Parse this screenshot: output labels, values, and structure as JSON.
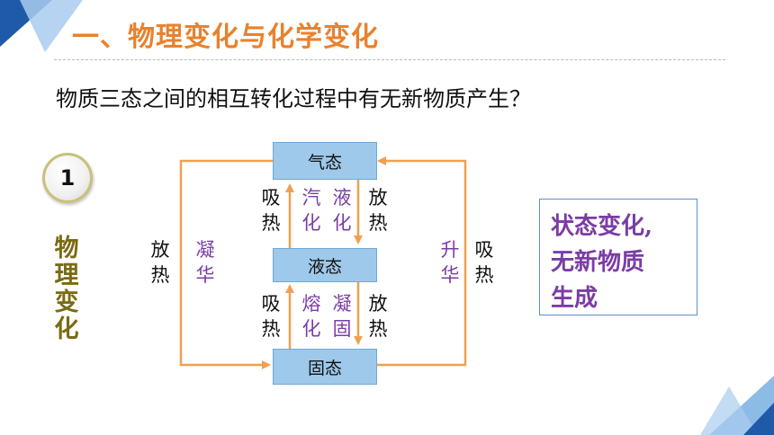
{
  "title": "一、物理变化与化学变化",
  "question": "物质三态之间的相互转化过程中有无新物质产生？",
  "badge": "1",
  "side_label": "物理变化",
  "states": {
    "gas": "气态",
    "liquid": "液态",
    "solid": "固态"
  },
  "labels": {
    "gas_liquid_left_heat": "吸热",
    "vaporize": "汽化",
    "liquefy": "液化",
    "gas_liquid_right_heat": "放热",
    "liquid_solid_left_heat": "吸热",
    "melt": "熔化",
    "solidify": "凝固",
    "liquid_solid_right_heat": "放热",
    "outer_left_heat": "放热",
    "deposition": "凝华",
    "sublimation": "升华",
    "outer_right_heat": "吸热"
  },
  "conclusion": {
    "line1": "状态变化,",
    "line2": "无新物质",
    "line3": "生成"
  },
  "colors": {
    "title": "#e8822e",
    "arrow": "#f0a050",
    "box": "#9ec9ea",
    "process": "#7b3ca6",
    "dark_triangle": "#1e5aa8",
    "light_triangle": "#7fb4e3"
  }
}
